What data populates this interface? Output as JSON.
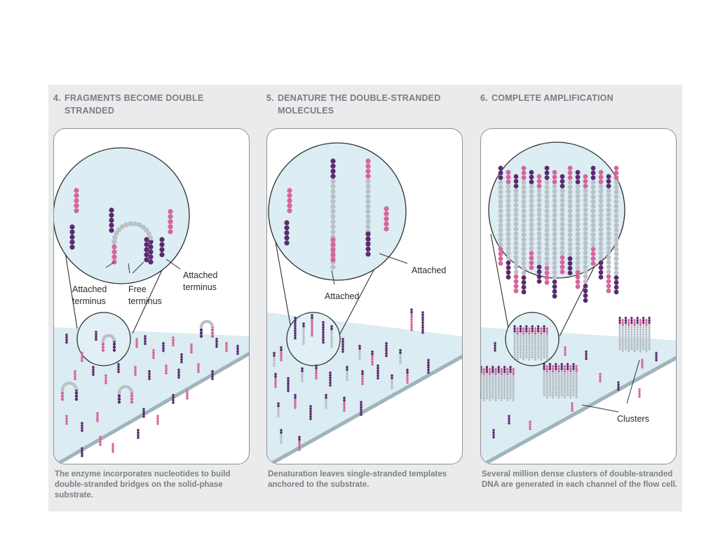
{
  "panels": [
    {
      "number": "4.",
      "title_line1": "FRAGMENTS BECOME DOUBLE",
      "title_line2": "STRANDED",
      "labels": [
        "Attached",
        "terminus",
        "Free",
        "terminus",
        "Attached",
        "terminus"
      ],
      "caption": "The enzyme incorporates nucleotides to build double-stranded bridges on the solid-phase substrate."
    },
    {
      "number": "5.",
      "title_line1": "DENATURE THE DOUBLE-STRANDED",
      "title_line2": "MOLECULES",
      "labels": [
        "Attached",
        "Attached"
      ],
      "caption": "Denaturation leaves single-stranded templates anchored to the substrate."
    },
    {
      "number": "6.",
      "title_line1": "COMPLETE AMPLIFICATION",
      "title_line2": "",
      "labels": [
        "Clusters"
      ],
      "caption": "Several million dense clusters of double-stranded DNA are generated in each channel of the flow cell."
    }
  ],
  "colors": {
    "pink": "#d8649a",
    "purple": "#5a2a6e",
    "grey_strand": "#b9c1c8",
    "substrate": "#cfe6ee",
    "lens_fill": "#ddeff4"
  }
}
